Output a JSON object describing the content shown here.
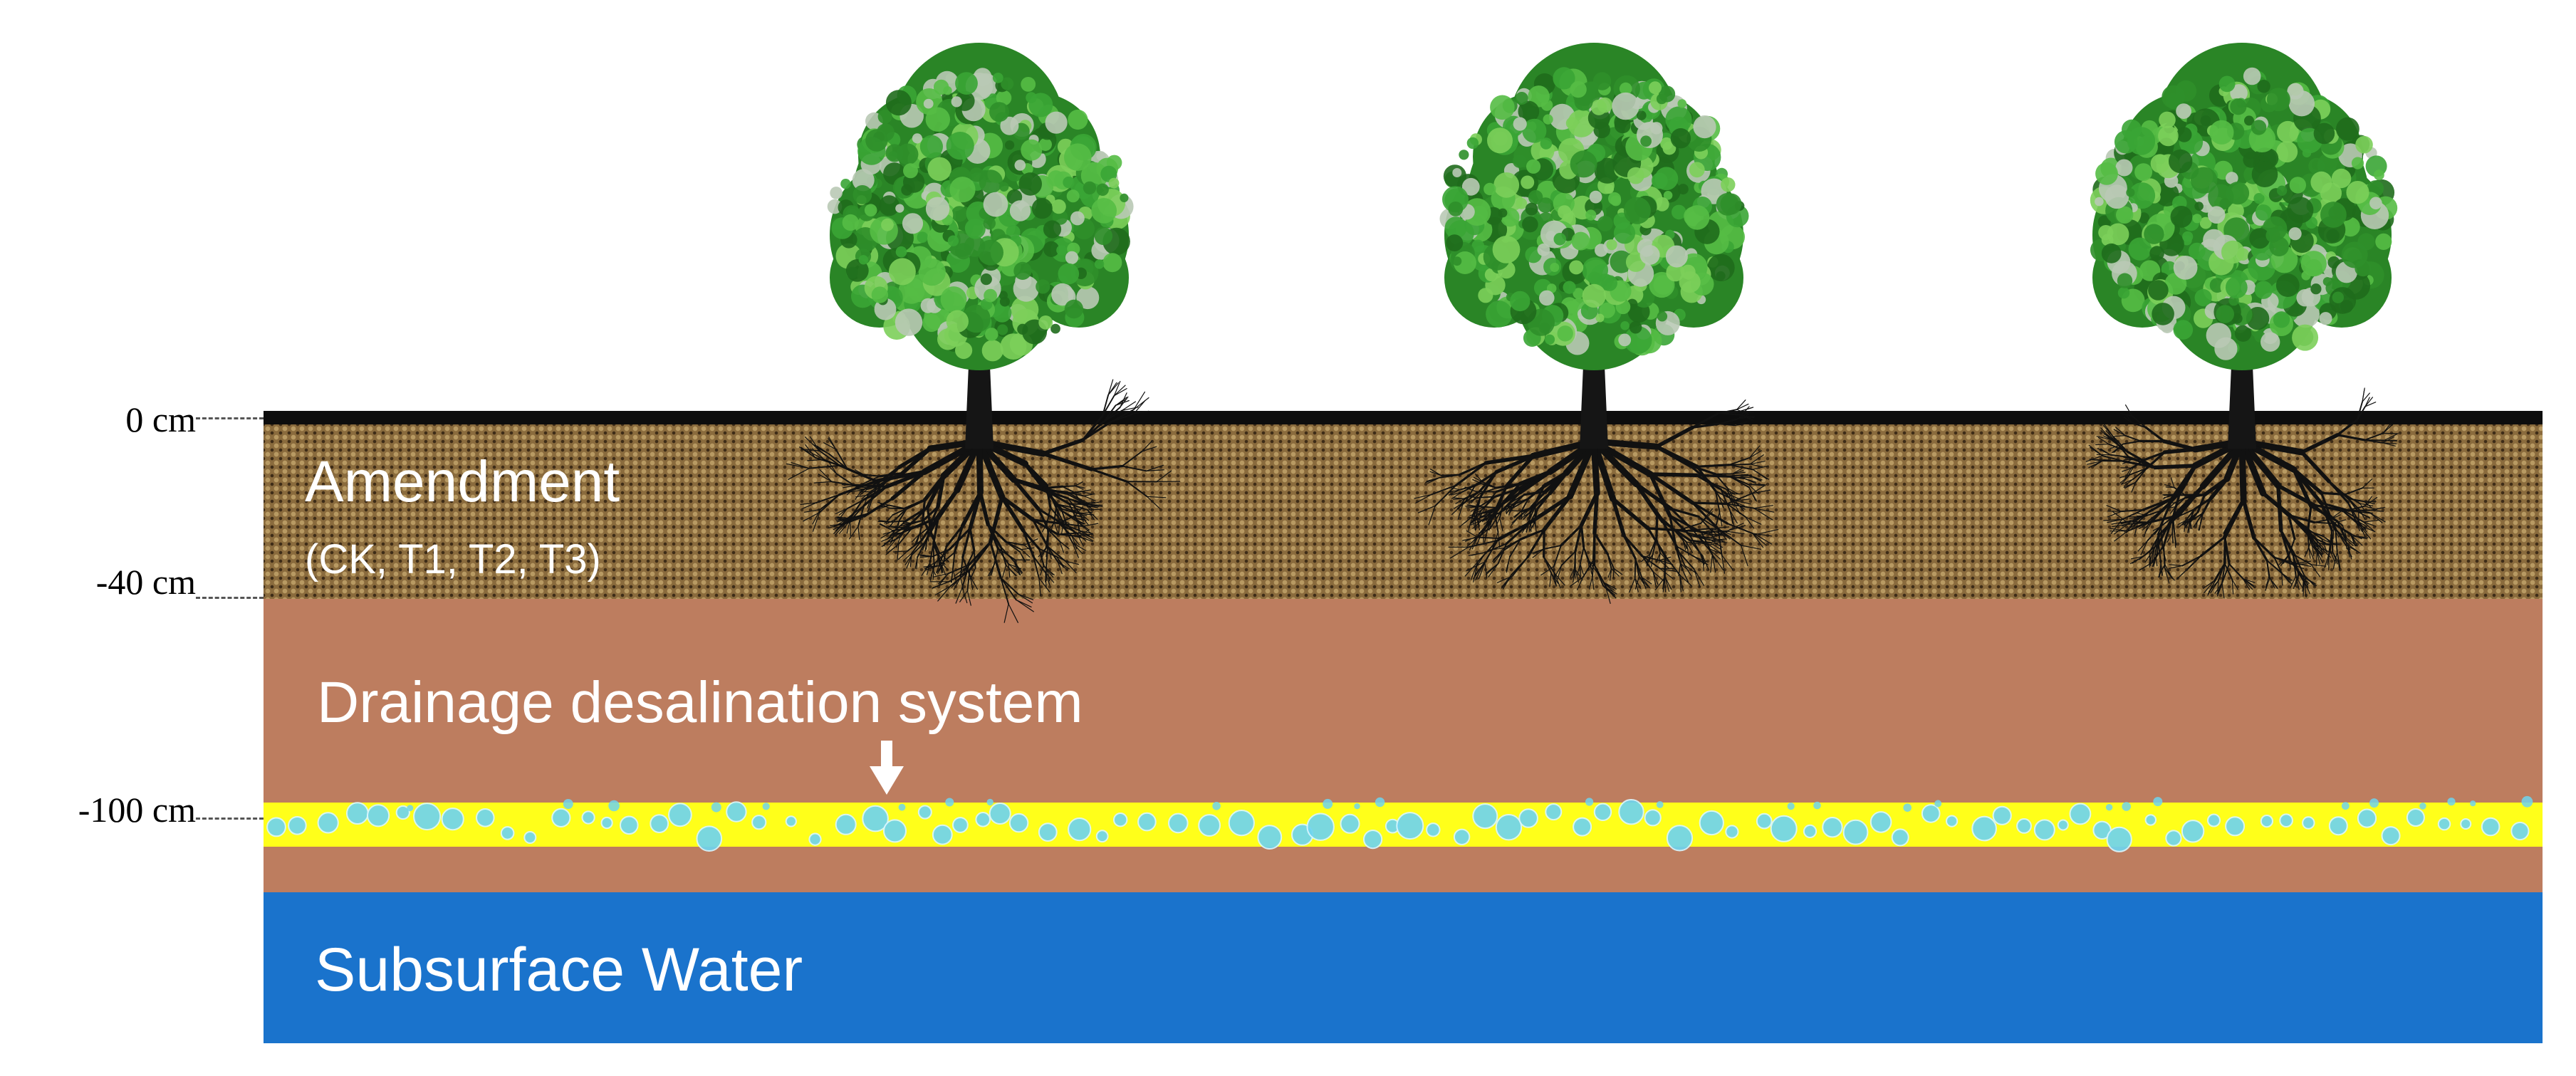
{
  "depth_markers": {
    "zero": "0 cm",
    "forty": "-40 cm",
    "hundred": "-100 cm"
  },
  "layers": {
    "amendment": {
      "title": "Amendment",
      "treatments": "(CK, T1, T2, T3)"
    },
    "drainage": {
      "label": "Drainage desalination system"
    },
    "water": {
      "label": "Subsurface Water"
    }
  },
  "colors": {
    "surface": "#0d0d0d",
    "amendment_soil": "#8a6b3d",
    "subsoil": "#bd7d5f",
    "drain_pipe": "#ffff1a",
    "bubbles": "#6fd4ef",
    "subsurface_water": "#1a73cc",
    "foliage": "#2f8f2a",
    "roots": "#111111"
  },
  "trees": [
    {
      "id": "tree-1"
    },
    {
      "id": "tree-2"
    },
    {
      "id": "tree-3"
    }
  ]
}
